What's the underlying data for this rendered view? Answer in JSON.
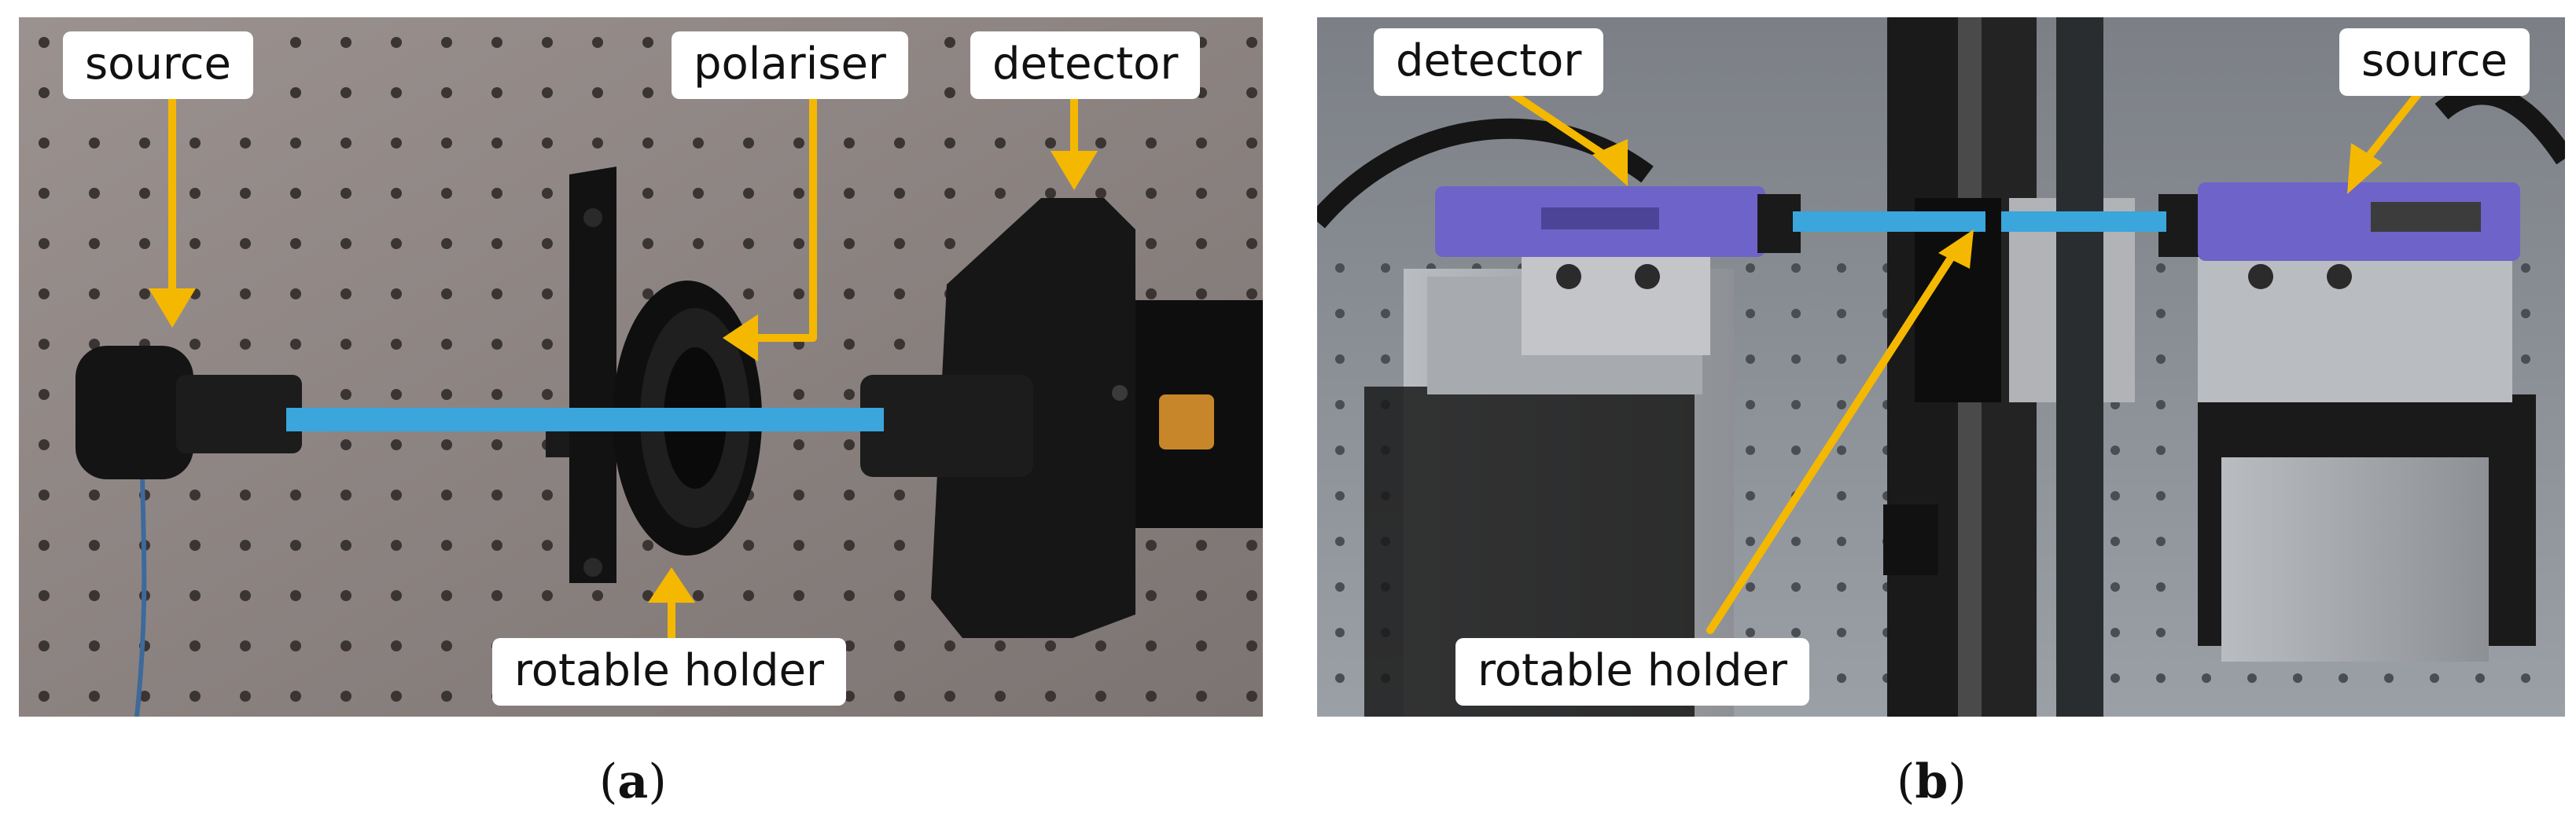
{
  "figure": {
    "panels": [
      {
        "id": "a",
        "caption_letter": "a",
        "labels": {
          "source": "source",
          "polariser": "polariser",
          "detector": "detector",
          "holder": "rotable holder"
        }
      },
      {
        "id": "b",
        "caption_letter": "b",
        "labels": {
          "detector": "detector",
          "source": "source",
          "holder": "rotable holder"
        }
      }
    ],
    "colors": {
      "beam": "#3aa6dc",
      "arrow": "#f5b800",
      "callout_bg": "#ffffff",
      "breadboard_a": "#8e8583",
      "breadboard_b": "#8f9296",
      "module_purple": "#6e63c8"
    }
  }
}
